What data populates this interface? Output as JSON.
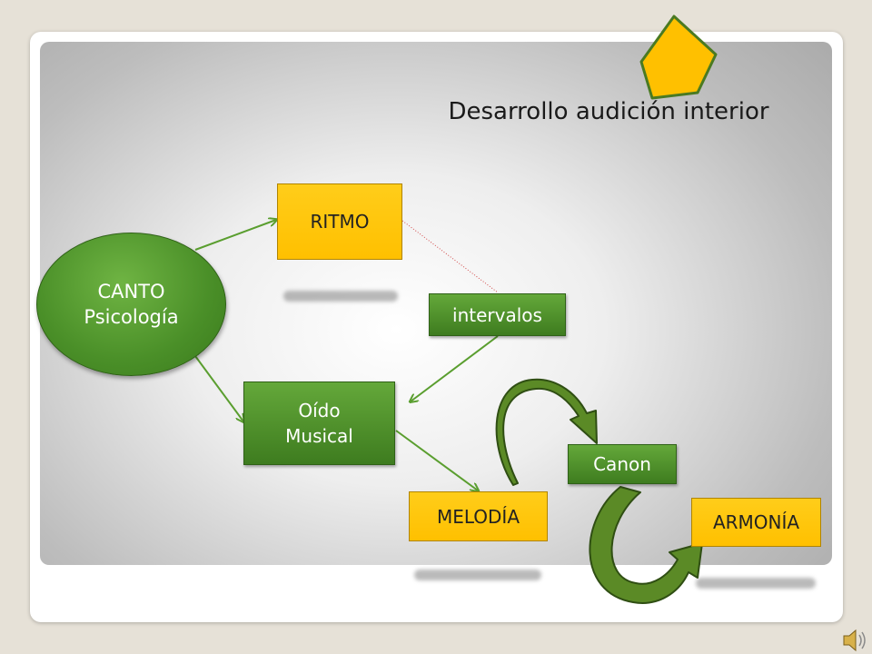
{
  "title": "Desarrollo audición interior",
  "nodes": {
    "canto": {
      "line1": "CANTO",
      "line2": "Psicología"
    },
    "ritmo": {
      "label": "RITMO"
    },
    "intervalos": {
      "label": "intervalos"
    },
    "oido": {
      "line1": "Oído",
      "line2": "Musical"
    },
    "melodia": {
      "label": "MELODÍA"
    },
    "canon": {
      "label": "Canon"
    },
    "armonia": {
      "label": "ARMONÍA"
    }
  },
  "colors": {
    "yellow_node": "#ffc000",
    "green_node": "#4a8f28",
    "arrow": "#5a9e2f",
    "curved_arrow": "#5b8a26",
    "pointer": "#ffc000"
  },
  "icons": {
    "pointer": "chevron-pointer-icon",
    "sound": "speaker-icon"
  }
}
